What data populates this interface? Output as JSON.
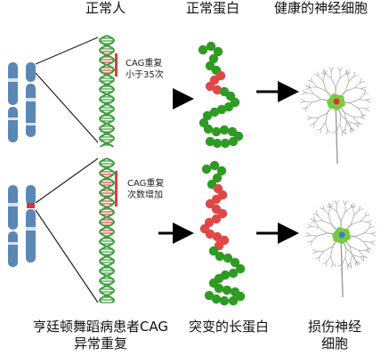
{
  "headers": {
    "normal_person": "正常人",
    "normal_protein": "正常蛋白",
    "healthy_neuron": "健康的神经细胞"
  },
  "annotations": {
    "cag_normal_line1": "CAG重复",
    "cag_normal_line2": "小于35次",
    "cag_expanded_line1": "CAG重复",
    "cag_expanded_line2": "次数增加"
  },
  "footers": {
    "patient_line1": "亨廷顿舞蹈病患者CAG",
    "patient_line2": "异常重复",
    "mutant_protein": "突变的长蛋白",
    "damaged_neuron_line1": "损伤神经",
    "damaged_neuron_line2": "细胞"
  },
  "colors": {
    "chromosome": "#5b87b5",
    "dna_green": "#3a9d3a",
    "dna_red": "#d94040",
    "protein_green": "#2f9b24",
    "protein_red": "#e04848",
    "neuron_line": "#999999",
    "neuron_body_green": "#7ac943",
    "neuron_nucleus_red": "#e03030",
    "neuron_nucleus_blue": "#3a7ed0",
    "arrow": "#000000"
  }
}
